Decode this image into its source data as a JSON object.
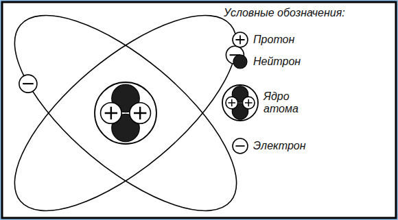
{
  "diagram": {
    "labels": [
      "Условные обозначения:"
    ],
    "legend": [
      {
        "text": "Протон"
      },
      {
        "text": "Нейтрон"
      },
      {
        "text": "Ядро атома"
      },
      {
        "text": "Электрон"
      }
    ]
  }
}
